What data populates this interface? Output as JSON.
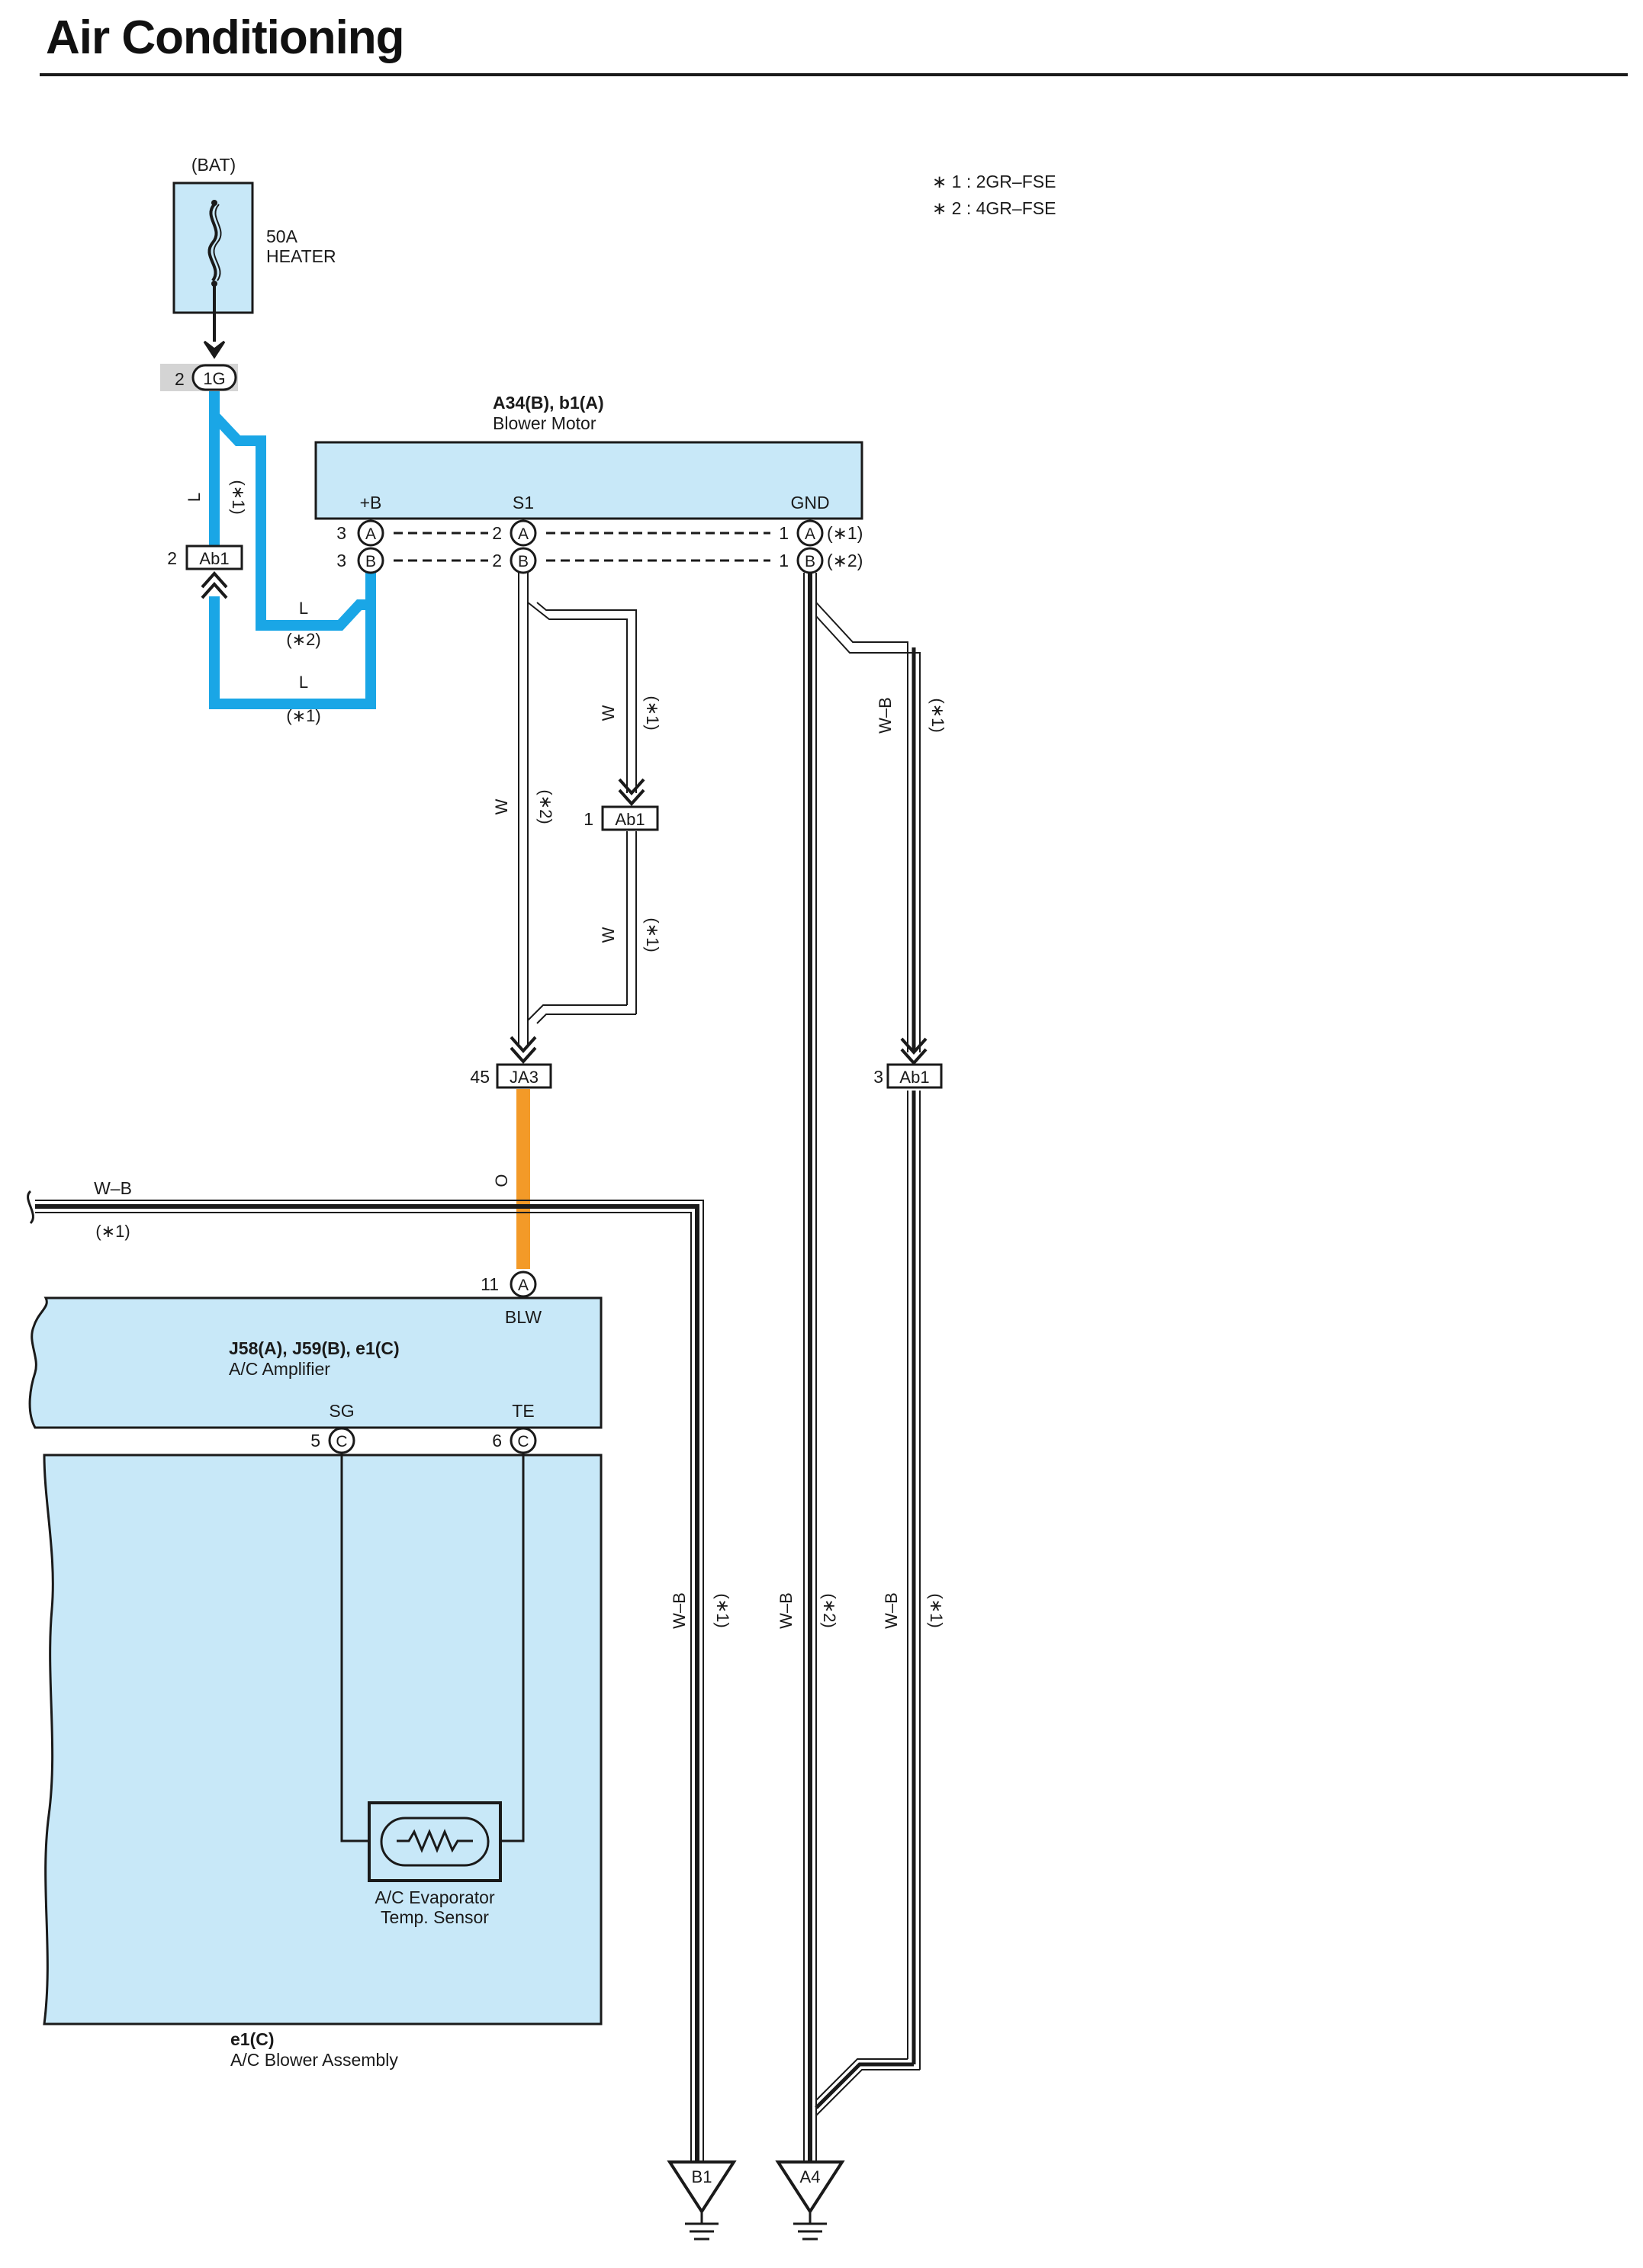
{
  "title": "Air Conditioning",
  "legend": {
    "note1": "∗ 1 : 2GR–FSE",
    "note2": "∗ 2 : 4GR–FSE"
  },
  "colors": {
    "component_fill": "#c8e8f8",
    "wire_L": "#1aa6e6",
    "wire_O": "#f39a28",
    "outline": "#1a1a1a"
  },
  "fuse": {
    "source": "(BAT)",
    "rating": "50A",
    "name": "HEATER"
  },
  "connector_1g": {
    "pin": "2",
    "id": "1G"
  },
  "blower_motor": {
    "code": "A34(B), b1(A)",
    "name": "Blower Motor",
    "terminals": [
      "+B",
      "S1",
      "GND"
    ],
    "rowA": {
      "left_pin": "3",
      "mid_pin": "2",
      "right_pin": "1",
      "letter": "A",
      "note": "(∗1)"
    },
    "rowB": {
      "left_pin": "3",
      "mid_pin": "2",
      "right_pin": "1",
      "letter": "B",
      "note": "(∗2)"
    }
  },
  "junctions": {
    "ab1_top": {
      "pin": "2",
      "id": "Ab1"
    },
    "ab1_mid": {
      "pin": "1",
      "id": "Ab1"
    },
    "ja3": {
      "pin": "45",
      "id": "JA3"
    },
    "ab1_right": {
      "pin": "3",
      "id": "Ab1"
    }
  },
  "wire_labels": {
    "L": "L",
    "W": "W",
    "WB": "W–B",
    "O": "O",
    "n1": "(∗1)",
    "n2": "(∗2)"
  },
  "amplifier": {
    "code": "J58(A), J59(B), e1(C)",
    "name": "A/C Amplifier",
    "blw_pin": "11",
    "blw_letter": "A",
    "blw_label": "BLW",
    "sg_label": "SG",
    "te_label": "TE",
    "sg_pin": "5",
    "te_pin": "6",
    "c_letter": "C"
  },
  "sensor": {
    "line1": "A/C Evaporator",
    "line2": "Temp.  Sensor"
  },
  "assembly": {
    "code": "e1(C)",
    "name": "A/C Blower Assembly"
  },
  "grounds": {
    "b1": "B1",
    "a4": "A4"
  }
}
